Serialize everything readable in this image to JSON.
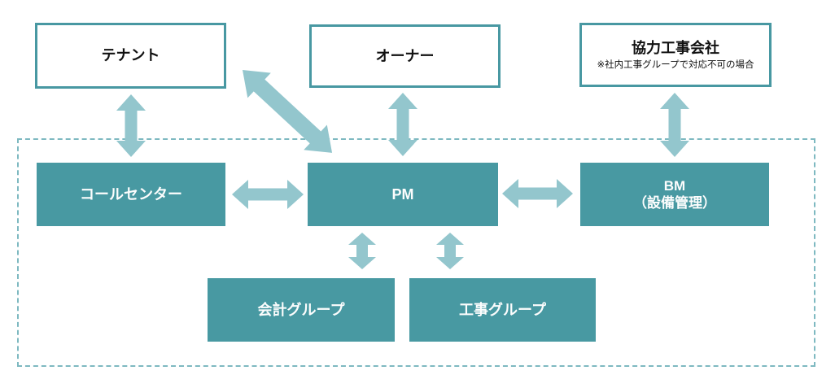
{
  "nodes": {
    "tenant": {
      "label": "テナント"
    },
    "owner": {
      "label": "オーナー"
    },
    "partner": {
      "label": "協力工事会社",
      "note": "※社内工事グループで対応不可の場合"
    },
    "call_center": {
      "label": "コールセンター"
    },
    "pm": {
      "label": "PM"
    },
    "bm": {
      "label": "BM",
      "sublabel": "（設備管理）"
    },
    "accounting": {
      "label": "会計グループ"
    },
    "construction": {
      "label": "工事グループ"
    }
  },
  "connections": [
    {
      "from": "テナント",
      "to": "コールセンター",
      "type": "two-way"
    },
    {
      "from": "テナント",
      "to": "PM",
      "type": "two-way"
    },
    {
      "from": "オーナー",
      "to": "PM",
      "type": "two-way"
    },
    {
      "from": "協力工事会社",
      "to": "BM（設備管理）",
      "type": "two-way"
    },
    {
      "from": "コールセンター",
      "to": "PM",
      "type": "two-way"
    },
    {
      "from": "PM",
      "to": "BM（設備管理）",
      "type": "two-way"
    },
    {
      "from": "PM",
      "to": "会計グループ",
      "type": "two-way"
    },
    {
      "from": "PM",
      "to": "工事グループ",
      "type": "two-way"
    }
  ],
  "colors": {
    "box_fill": "#4899A2",
    "box_text": "#FCFDFD",
    "outline_border": "#4898A2",
    "outline_text": "#111111",
    "arrow": "#93C6CD",
    "dashed_border": "#7EB9C1",
    "background": "#FFFFFF"
  }
}
